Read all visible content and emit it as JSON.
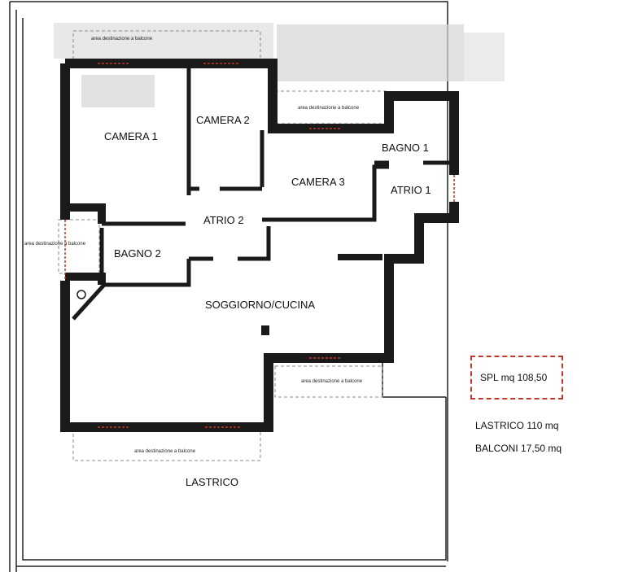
{
  "rooms": {
    "camera1": "CAMERA 1",
    "camera2": "CAMERA 2",
    "camera3": "CAMERA 3",
    "bagno1": "BAGNO 1",
    "bagno2": "BAGNO 2",
    "atrio1": "ATRIO 1",
    "atrio2": "ATRIO 2",
    "soggiorno": "SOGGIORNO/CUCINA",
    "lastrico": "LASTRICO"
  },
  "balconies": {
    "top": "area destinazione a balcone",
    "right_top": "area destinazione a balcone",
    "left": "area destinazione a balcone",
    "bottom_right": "area destinazione a balcone",
    "bottom": "area destinazione a balcone"
  },
  "summary": {
    "spl": "SPL mq 108,50",
    "lastrico": "LASTRICO 110 mq",
    "balconi": "BALCONI 17,50 mq"
  },
  "colors": {
    "wall": "#1a1a1a",
    "window": "#c0392b",
    "balcony_outline": "#8a8a8a",
    "spl_border": "#c0392b"
  }
}
